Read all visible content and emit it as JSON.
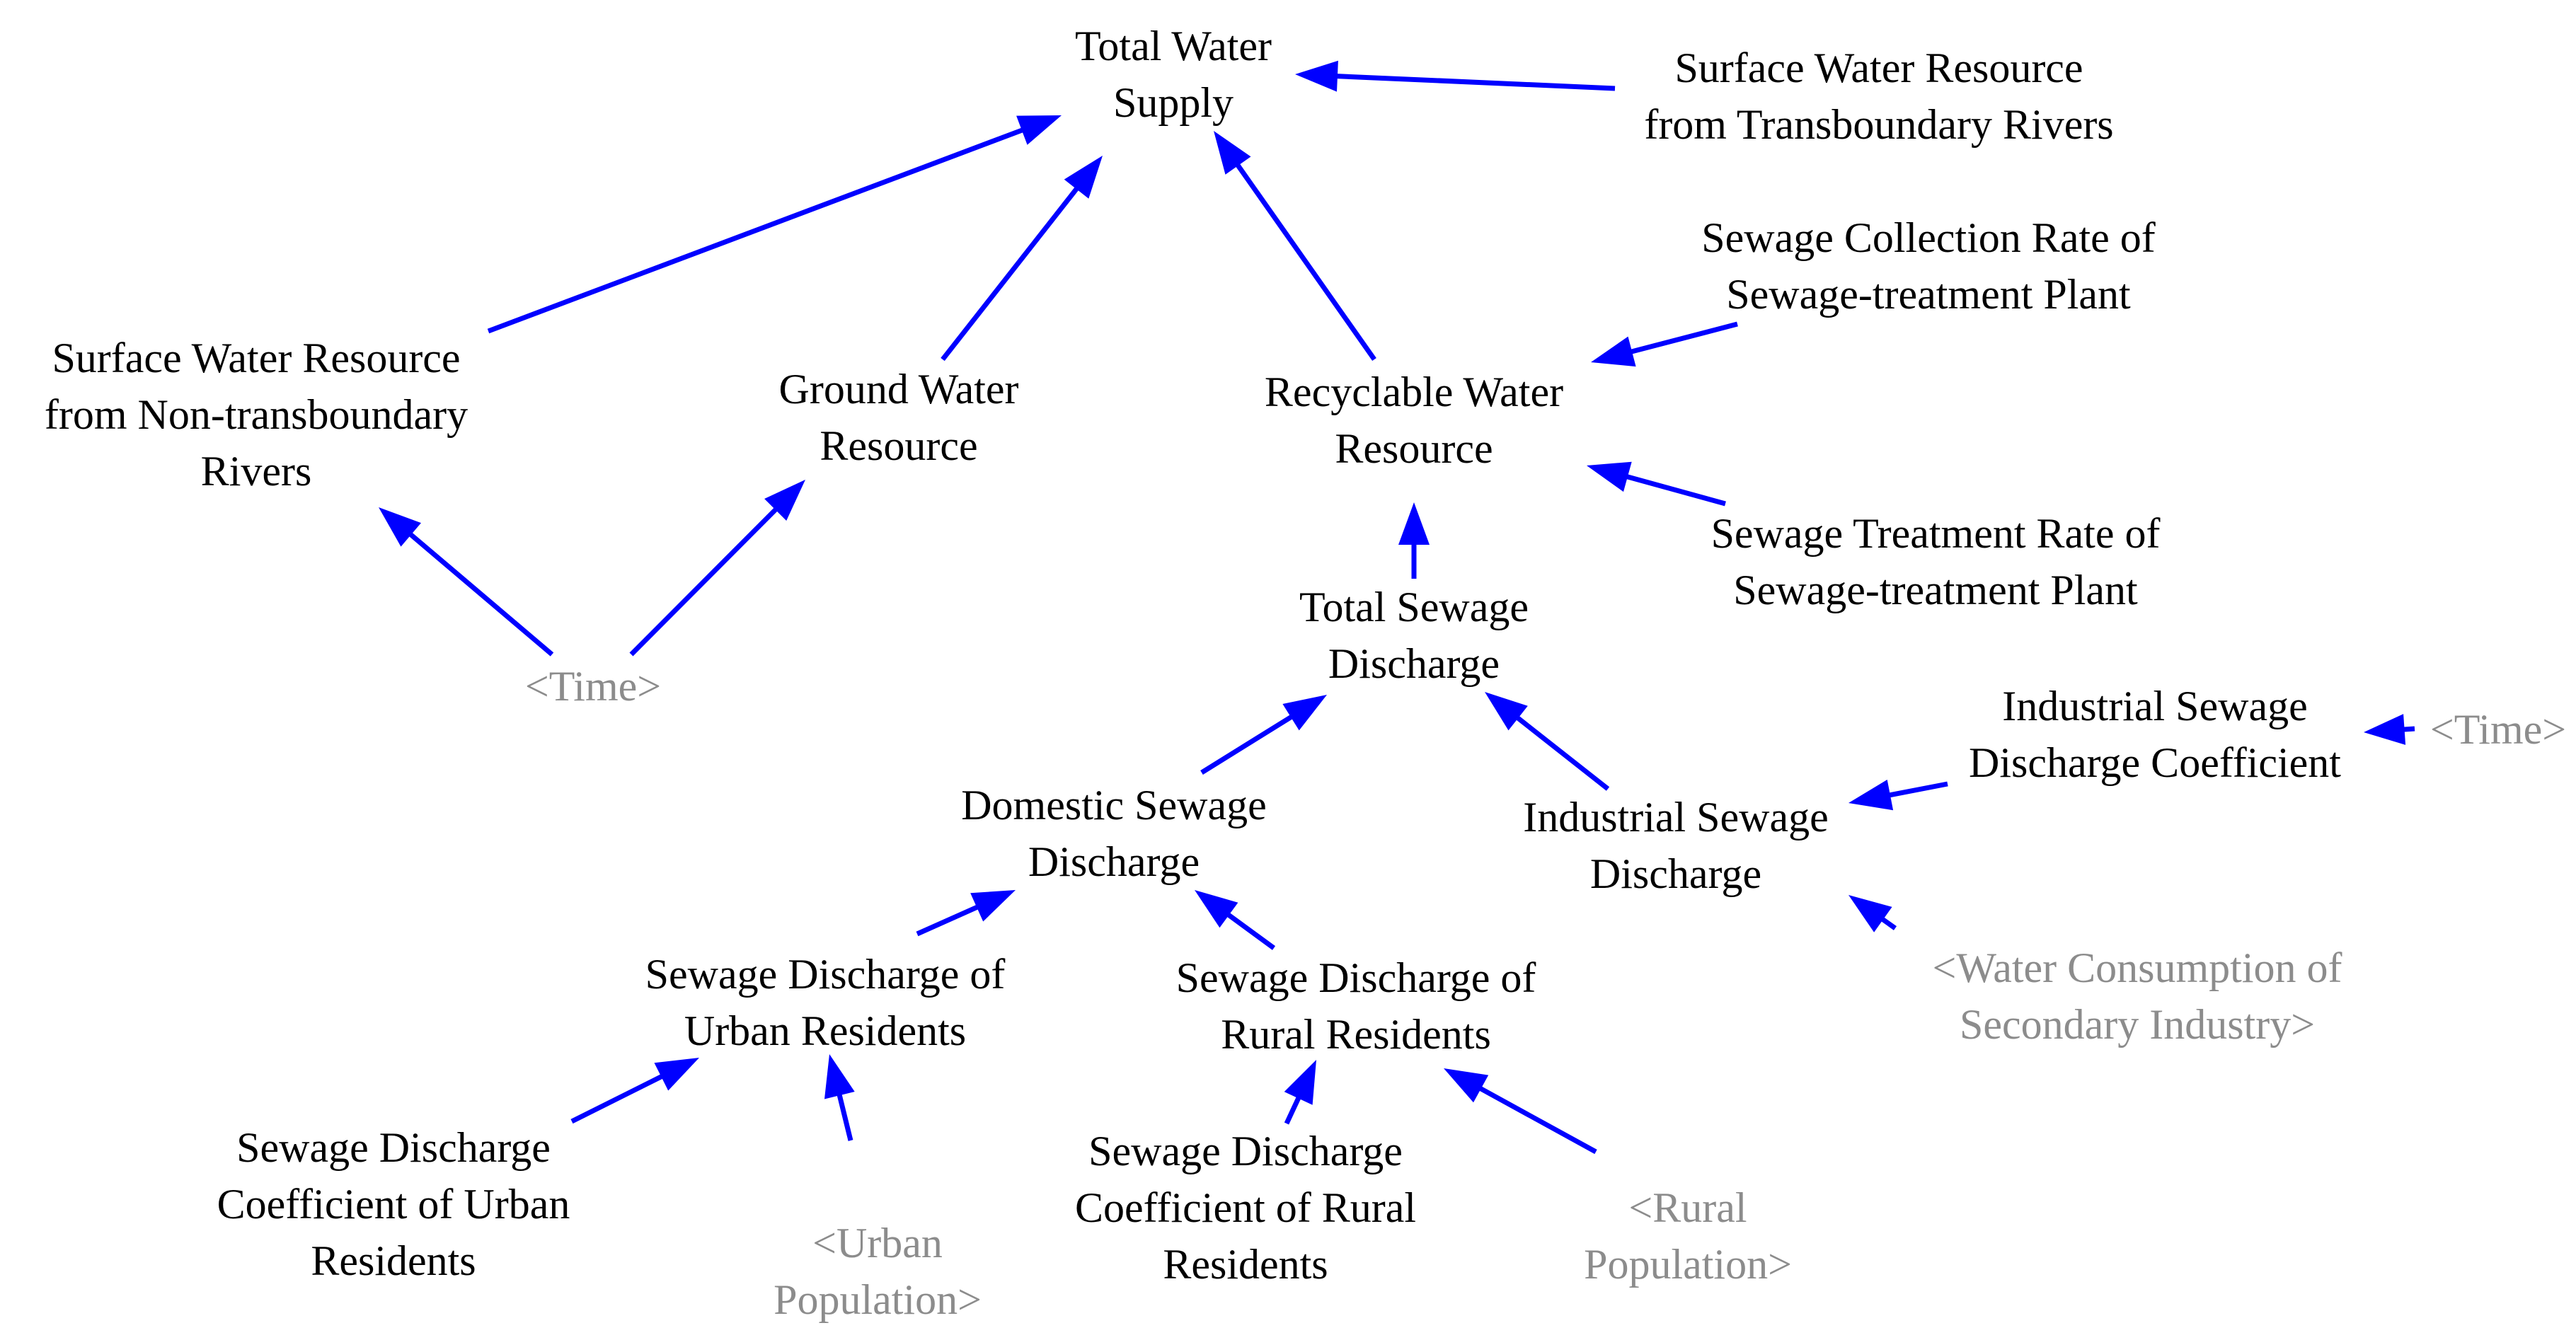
{
  "colors": {
    "link": "#0000ff",
    "variable_text": "#000000",
    "shadow_text": "#8c8c8c"
  },
  "nodes": {
    "total_water_supply": [
      "Total Water",
      "Supply"
    ],
    "surface_transboundary": [
      "Surface Water Resource",
      "from Transboundary Rivers"
    ],
    "surface_non_transboundary": [
      "Surface Water Resource",
      "from Non-transboundary",
      "Rivers"
    ],
    "ground_water": [
      "Ground Water",
      "Resource"
    ],
    "recyclable_water": [
      "Recyclable Water",
      "Resource"
    ],
    "sewage_collection_rate": [
      "Sewage Collection Rate of",
      "Sewage-treatment Plant"
    ],
    "sewage_treatment_rate": [
      "Sewage Treatment Rate of",
      "Sewage-treatment Plant"
    ],
    "time_left": [
      "<Time>"
    ],
    "total_sewage_discharge": [
      "Total Sewage",
      "Discharge"
    ],
    "industrial_sewage_coefficient": [
      "Industrial Sewage",
      "Discharge Coefficient"
    ],
    "time_right": [
      "<Time>"
    ],
    "domestic_sewage_discharge": [
      "Domestic Sewage",
      "Discharge"
    ],
    "industrial_sewage_discharge": [
      "Industrial Sewage",
      "Discharge"
    ],
    "water_consumption_secondary": [
      "<Water Consumption of",
      "Secondary Industry>"
    ],
    "sewage_urban_residents": [
      "Sewage Discharge of",
      "Urban Residents"
    ],
    "sewage_rural_residents": [
      "Sewage Discharge of",
      "Rural Residents"
    ],
    "coefficient_urban": [
      "Sewage Discharge",
      "Coefficient of Urban",
      "Residents"
    ],
    "urban_population": [
      "<Urban",
      "Population>"
    ],
    "coefficient_rural": [
      "Sewage Discharge",
      "Coefficient of Rural",
      "Residents"
    ],
    "rural_population": [
      "<Rural",
      "Population>"
    ]
  }
}
